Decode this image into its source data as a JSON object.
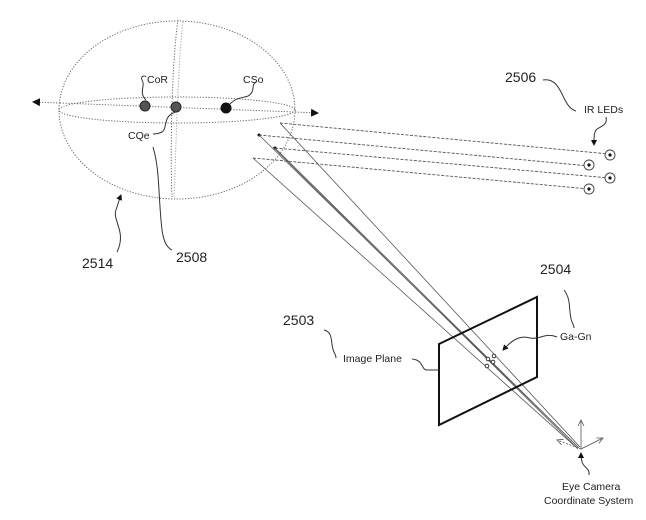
{
  "figure": {
    "eyeball": {
      "ref_number": "2514",
      "points": [
        {
          "id": "cor",
          "label": "CoR"
        },
        {
          "id": "cqe",
          "label": "CQe"
        },
        {
          "id": "cso",
          "label": "CSo"
        }
      ],
      "axis_ref_number": "2508"
    },
    "ir_leds": {
      "ref_number": "2506",
      "label": "IR LEDs",
      "count": 4
    },
    "image_plane": {
      "ref_number": "2503",
      "label": "Image Plane"
    },
    "glints": {
      "ref_number": "2504",
      "label": "Ga-Gn"
    },
    "camera": {
      "label_line1": "Eye Camera",
      "label_line2": "Coordinate System"
    }
  }
}
